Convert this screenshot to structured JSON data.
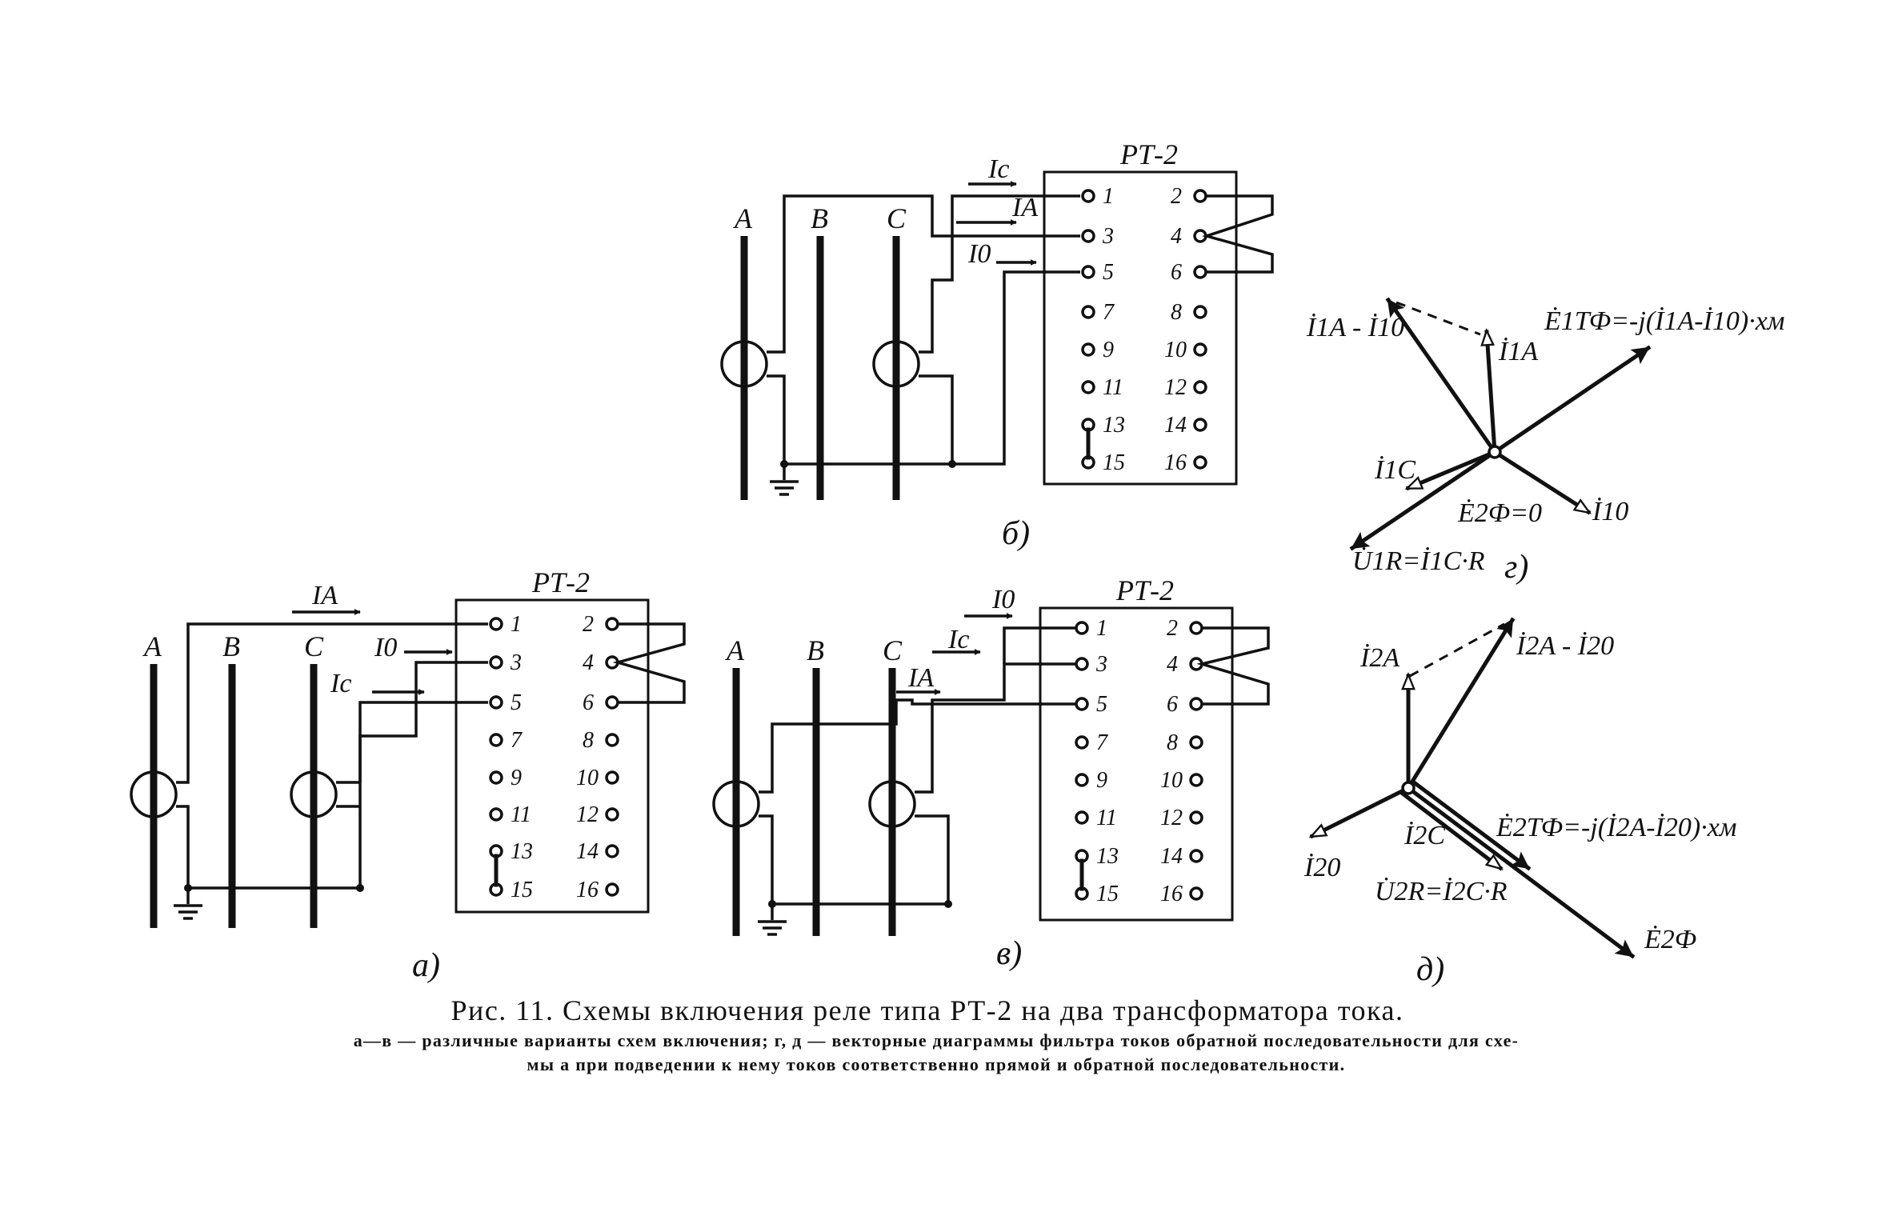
{
  "diagram_b": {
    "relay_label": "РТ-2",
    "phases": [
      "A",
      "B",
      "C"
    ],
    "currents": [
      "Iс",
      "IA",
      "I0"
    ],
    "pins_left": [
      "1",
      "3",
      "5",
      "7",
      "9",
      "11",
      "13",
      "15"
    ],
    "pins_right": [
      "2",
      "4",
      "6",
      "8",
      "10",
      "12",
      "14",
      "16"
    ],
    "sublabel": "б)"
  },
  "diagram_a": {
    "relay_label": "РТ-2",
    "phases": [
      "A",
      "B",
      "C"
    ],
    "currents": [
      "IA",
      "I0",
      "Ic"
    ],
    "pins_left": [
      "1",
      "3",
      "5",
      "7",
      "9",
      "11",
      "13",
      "15"
    ],
    "pins_right": [
      "2",
      "4",
      "6",
      "8",
      "10",
      "12",
      "14",
      "16"
    ],
    "sublabel": "а)"
  },
  "diagram_v": {
    "relay_label": "РТ-2",
    "phases": [
      "A",
      "B",
      "C"
    ],
    "currents": [
      "I0",
      "Ic",
      "IA"
    ],
    "pins_left": [
      "1",
      "3",
      "5",
      "7",
      "9",
      "11",
      "13",
      "15"
    ],
    "pins_right": [
      "2",
      "4",
      "6",
      "8",
      "10",
      "12",
      "14",
      "16"
    ],
    "sublabel": "в)"
  },
  "vector_g": {
    "labels": {
      "i1a_minus_i10": "İ1A - İ10",
      "e1tf": "Ė1ТФ=-j(İ1A-İ10)·xм",
      "i1a": "İ1A",
      "i1c": "İ1C",
      "e2f": "Ė2Ф=0",
      "i10": "İ10",
      "u1r": "U̇1R=İ1C·R"
    },
    "sublabel": "г)"
  },
  "vector_d": {
    "labels": {
      "i2a": "İ2A",
      "i2a_minus_i20": "İ2A - İ20",
      "i2c": "İ2C",
      "e2tf": "Ė2ТФ=-j(İ2A-İ20)·xм",
      "i20": "İ20",
      "u2r": "U̇2R=İ2C·R",
      "e2f": "Ė2Ф"
    },
    "sublabel": "д)"
  },
  "caption": {
    "title": "Рис. 11. Схемы включения реле типа РТ-2 на два трансформатора тока.",
    "legend_line1": "а—в — различные варианты схем включения; г, д — векторные диаграммы фильтра токов обратной последовательности для схе-",
    "legend_line2": "мы а при подведении к нему токов соответственно прямой и обратной последовательности."
  }
}
